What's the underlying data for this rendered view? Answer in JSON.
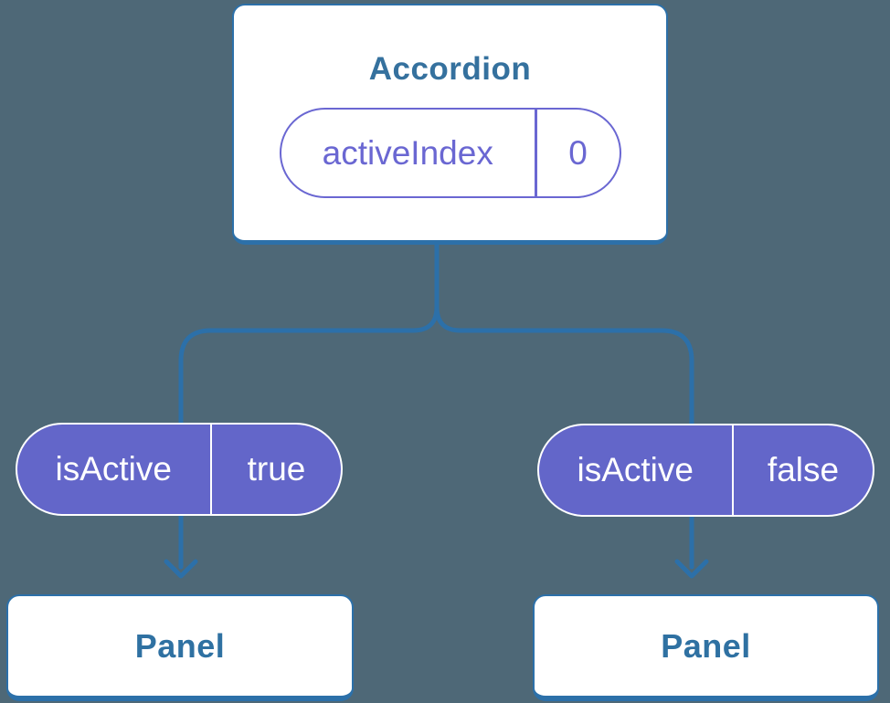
{
  "diagram": {
    "description": "React component tree showing state passed down as props",
    "root": {
      "title": "Accordion",
      "state": {
        "name": "activeIndex",
        "value": "0"
      }
    },
    "branches": [
      {
        "prop": {
          "name": "isActive",
          "value": "true"
        },
        "child": {
          "title": "Panel"
        }
      },
      {
        "prop": {
          "name": "isActive",
          "value": "false"
        },
        "child": {
          "title": "Panel"
        }
      }
    ],
    "colors": {
      "background": "#4E6877",
      "connector_blue": "#2C70A9",
      "card_border_blue": "#2C70A9",
      "title_text_blue": "#35719E",
      "panel_text_blue": "#2F71A2",
      "prop_pill_purple": "#6366C9",
      "state_pill_purple": "#6A67D2",
      "card_background": "#FFFFFF",
      "pill_text_white": "#FFFFFF"
    }
  }
}
